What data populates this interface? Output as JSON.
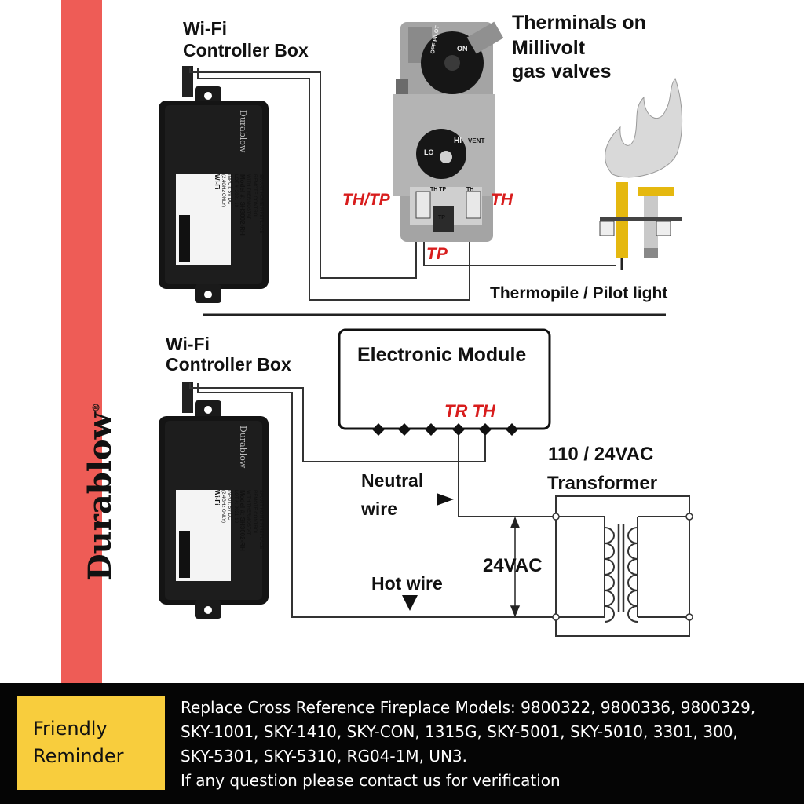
{
  "brand": {
    "name": "Durablow",
    "registered_mark": "®",
    "accent_color": "#ee5c56"
  },
  "top_diagram": {
    "controller_title_line1": "Wi-Fi",
    "controller_title_line2": "Controller Box",
    "valve_title_line1": "Therminals on",
    "valve_title_line2": "Millivolt",
    "valve_title_line3": "gas valves",
    "terminal_th_tp": "TH/TP",
    "terminal_th": "TH",
    "terminal_tp": "TP",
    "thermopile_label": "Thermopile / Pilot light",
    "knob_top": "ON",
    "knob_top2": "OFF PILOT",
    "knob_mid": "HI",
    "knob_mid2": "LO",
    "vent_label": "VENT",
    "screw_th_tp": "TH TP",
    "screw_th": "TH",
    "screw_tp": "TP"
  },
  "bottom_diagram": {
    "controller_title_line1": "Wi-Fi",
    "controller_title_line2": "Controller Box",
    "module_title": "Electronic Module",
    "module_terminals": "TR TH",
    "neutral_line1": "Neutral",
    "neutral_line2": "wire",
    "hot_wire": "Hot wire",
    "voltage": "24VAC",
    "transformer_line1": "110 / 24VAC",
    "transformer_line2": "Transformer"
  },
  "device_label": {
    "brand": "Durablow",
    "line1": "SMART HOME FIREPLACE",
    "line2": "REMOTE CONTROL",
    "line3": "WITH THERMOSTAT",
    "model": "Model #: SH3002-RH",
    "lot": "LOT #: 2021-10",
    "input": "INPUT: 5V DC",
    "note": "(2.4GHz ONLY)",
    "wifi": "Wi-Fi"
  },
  "footer": {
    "reminder_line1": "Friendly",
    "reminder_line2": "Reminder",
    "text_line1": "Replace Cross Reference Fireplace Models:  9800322, 9800336, 9800329,",
    "text_line2": "SKY-1001, SKY-1410, SKY-CON, 1315G, SKY-5001, SKY-5010, 3301, 300,",
    "text_line3": "SKY-5301, SKY-5310, RG04-1M, UN3.",
    "text_line4": "If any question please contact us for verification"
  }
}
